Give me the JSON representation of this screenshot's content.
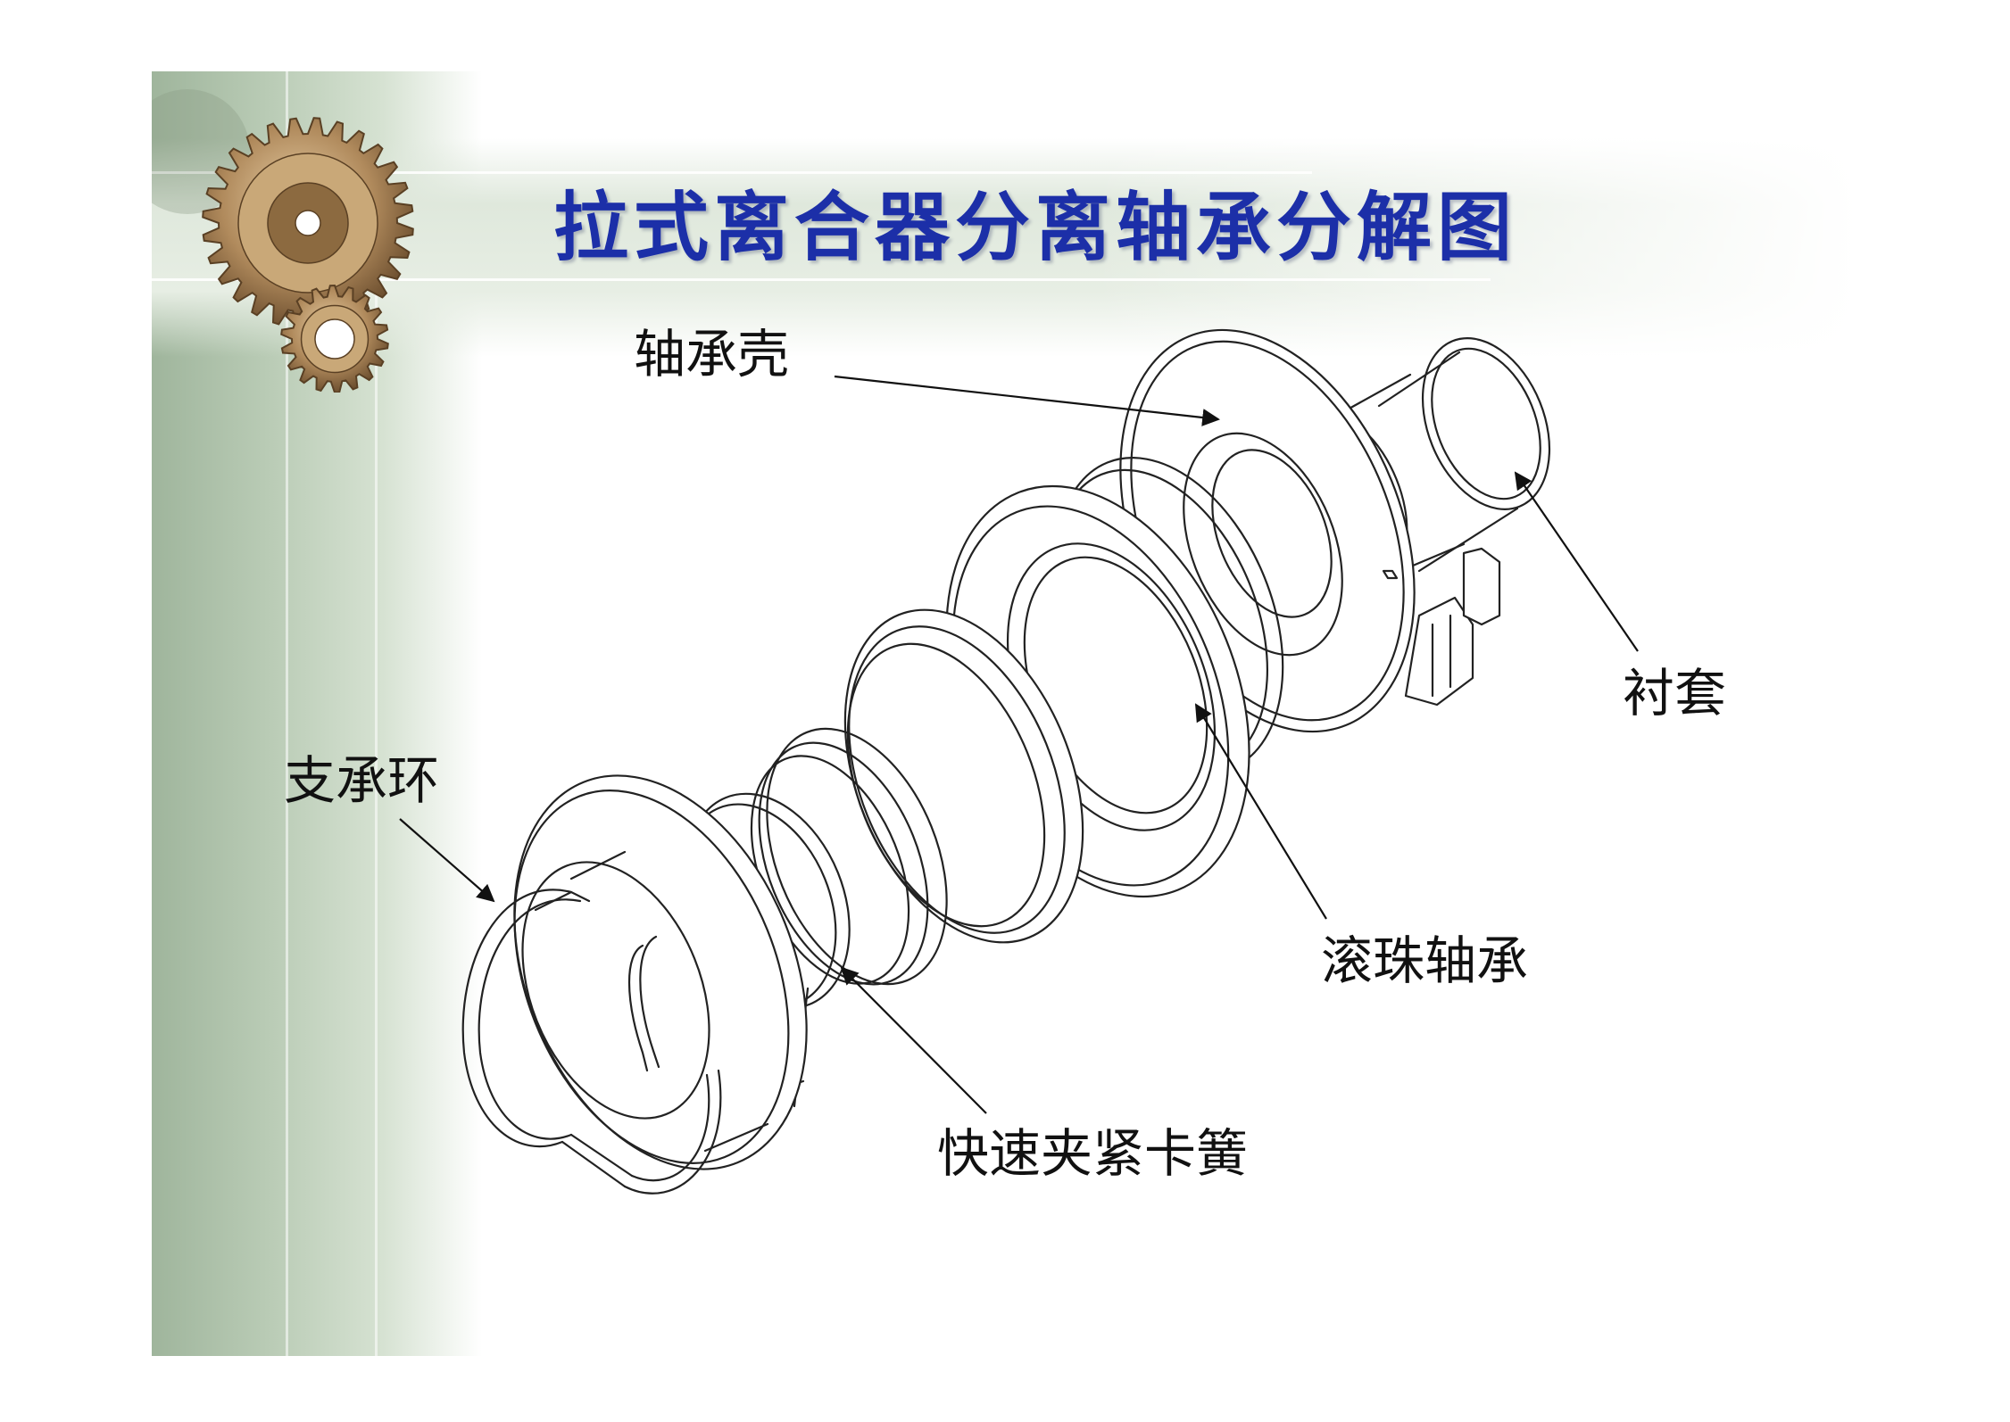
{
  "title": "拉式离合器分离轴承分解图",
  "labels": {
    "bearing_housing": "轴承壳",
    "bushing": "衬套",
    "support_ring": "支承环",
    "ball_bearing": "滚珠轴承",
    "quick_clamp_spring": "快速夹紧卡簧"
  },
  "colors": {
    "title": "#1c2fa8",
    "background_band": "#b9cbb5",
    "line_art": "#222222"
  }
}
